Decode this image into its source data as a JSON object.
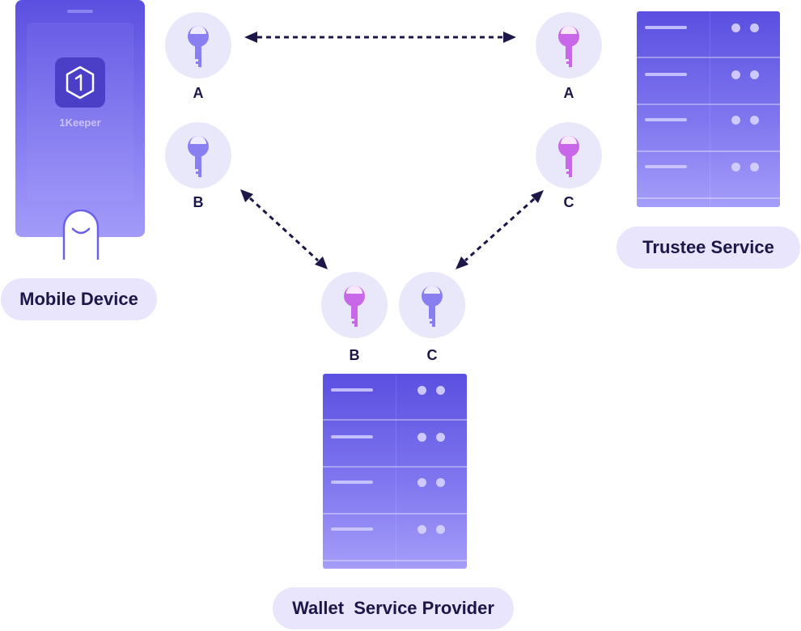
{
  "phone": {
    "app_name": "1Keeper"
  },
  "labels": {
    "mobile": "Mobile Device",
    "trustee": "Trustee Service",
    "wallet": "Wallet  Service Provider"
  },
  "keys": {
    "mobile_a": "A",
    "mobile_b": "B",
    "trustee_a": "A",
    "trustee_c": "C",
    "wallet_b": "B",
    "wallet_c": "C"
  },
  "colors": {
    "key_blue": "#8a7ff0",
    "key_pink": "#c868e8",
    "arrow": "#1c1748",
    "pill_bg": "#e9e5fc"
  }
}
